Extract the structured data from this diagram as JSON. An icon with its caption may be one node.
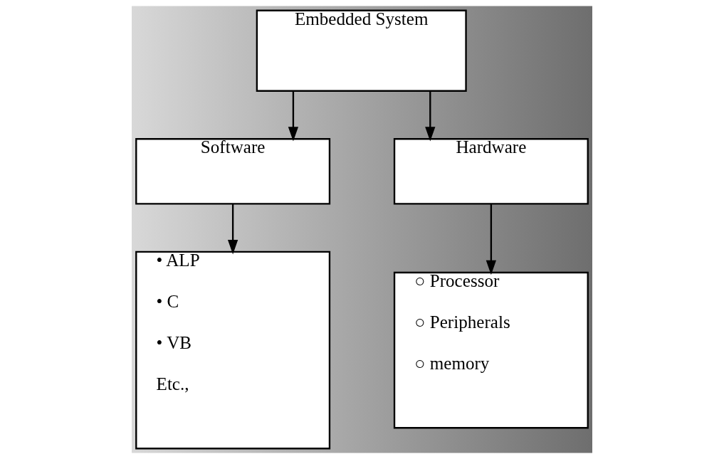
{
  "diagram": {
    "nodes": [
      {
        "text": [
          "Embedded System"
        ]
      },
      {
        "text": [
          "Software"
        ]
      },
      {
        "text": [
          "Hardware"
        ]
      },
      {
        "text": [
          "• ALP",
          "• C",
          "• VB",
          "Etc.,"
        ]
      },
      {
        "text": [
          "○ Processor",
          "○ Peripherals",
          "○ memory"
        ]
      }
    ],
    "edges": [
      {
        "from": 0,
        "to": 1,
        "arrow": "to"
      },
      {
        "from": 0,
        "to": 2,
        "arrow": "to"
      },
      {
        "from": 1,
        "to": 3,
        "arrow": "to"
      },
      {
        "from": 2,
        "to": 4,
        "arrow": "to"
      }
    ]
  }
}
